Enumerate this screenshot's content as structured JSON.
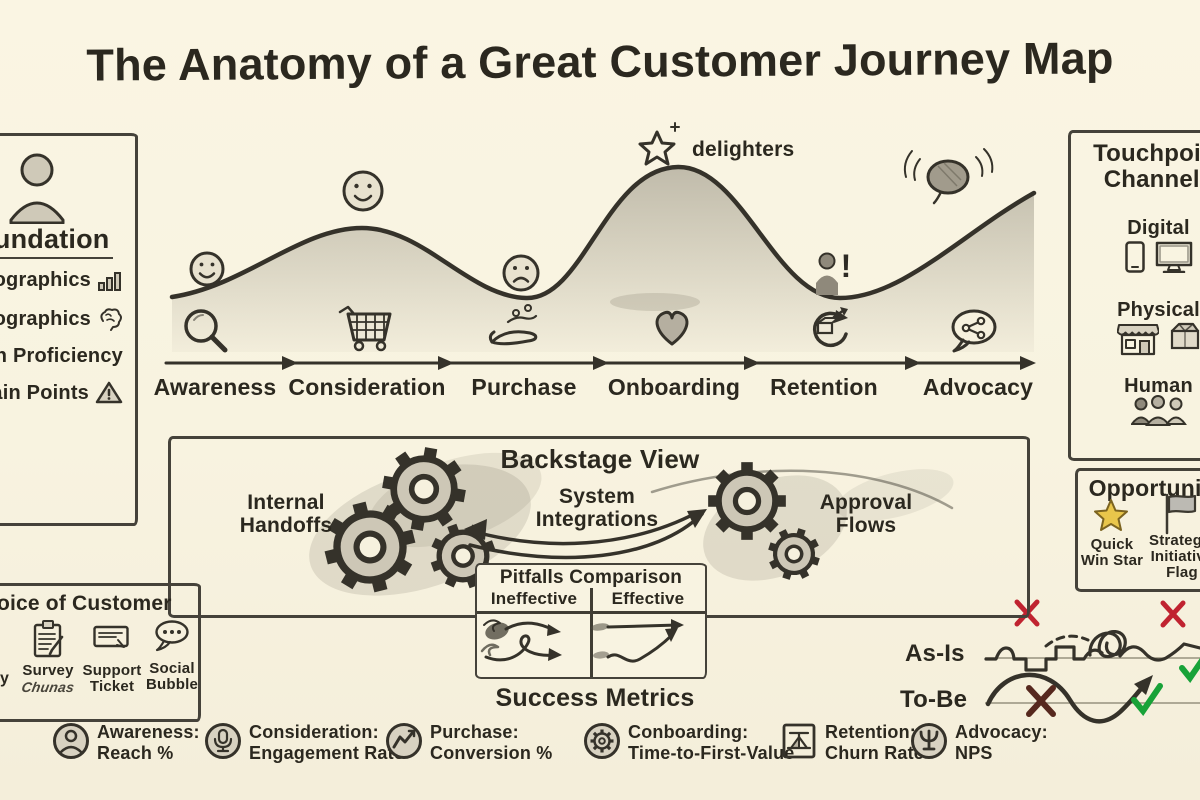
{
  "title": "The Anatomy of a Great Customer Journey Map",
  "foundation": {
    "title": "Foundation",
    "items": [
      {
        "label": "Demographics"
      },
      {
        "label": "Psychographics"
      },
      {
        "label": "Tech Proficiency"
      },
      {
        "label": "Pain Points"
      }
    ]
  },
  "journey": {
    "delighters_label": "delighters",
    "exclamation": "!",
    "stages": [
      {
        "label": "Awareness"
      },
      {
        "label": "Consideration"
      },
      {
        "label": "Purchase"
      },
      {
        "label": "Onboarding"
      },
      {
        "label": "Retention"
      },
      {
        "label": "Advocacy"
      }
    ]
  },
  "touchpoints": {
    "title": "Touchpoint Channels",
    "groups": [
      {
        "label": "Digital"
      },
      {
        "label": "Physical"
      },
      {
        "label": "Human"
      }
    ]
  },
  "backstage": {
    "title": "Backstage View",
    "left_label": "Internal Handoffs",
    "center_label": "System Integrations",
    "right_label": "Approval Flows"
  },
  "pitfalls": {
    "title": "Pitfalls Comparison",
    "col_left": "Ineffective",
    "col_right": "Effective"
  },
  "success": {
    "title": "Success Metrics",
    "items": [
      {
        "stage": "Awareness:",
        "metric": "Reach %"
      },
      {
        "stage": "Consideration:",
        "metric": "Engagement Rate"
      },
      {
        "stage": "Purchase:",
        "metric": "Conversion %"
      },
      {
        "stage": "Conboarding:",
        "metric": "Time-to-First-Value"
      },
      {
        "stage": "Retention:",
        "metric": "Churn Rate"
      },
      {
        "stage": "Advocacy:",
        "metric": "NPS"
      }
    ]
  },
  "voice": {
    "title": "Voice of Customer",
    "fragment": "y",
    "items": [
      {
        "label": "Survey",
        "sub": "Chunas"
      },
      {
        "label": "Support Ticket",
        "sub": ""
      },
      {
        "label": "Social Bubble",
        "sub": ""
      }
    ]
  },
  "opportunity": {
    "title": "Opportunity",
    "items": [
      {
        "label": "Quick Win Star"
      },
      {
        "label": "Strategic Initiative Flag"
      }
    ]
  },
  "comparison": {
    "as_is": "As-Is",
    "to_be": "To-Be"
  },
  "colors": {
    "paper": "#f8f3e1",
    "ink": "#2e2b24",
    "red_x": "#c02330",
    "dark_x": "#56281e",
    "green_check": "#18a238",
    "star_yellow": "#e9c64b"
  }
}
